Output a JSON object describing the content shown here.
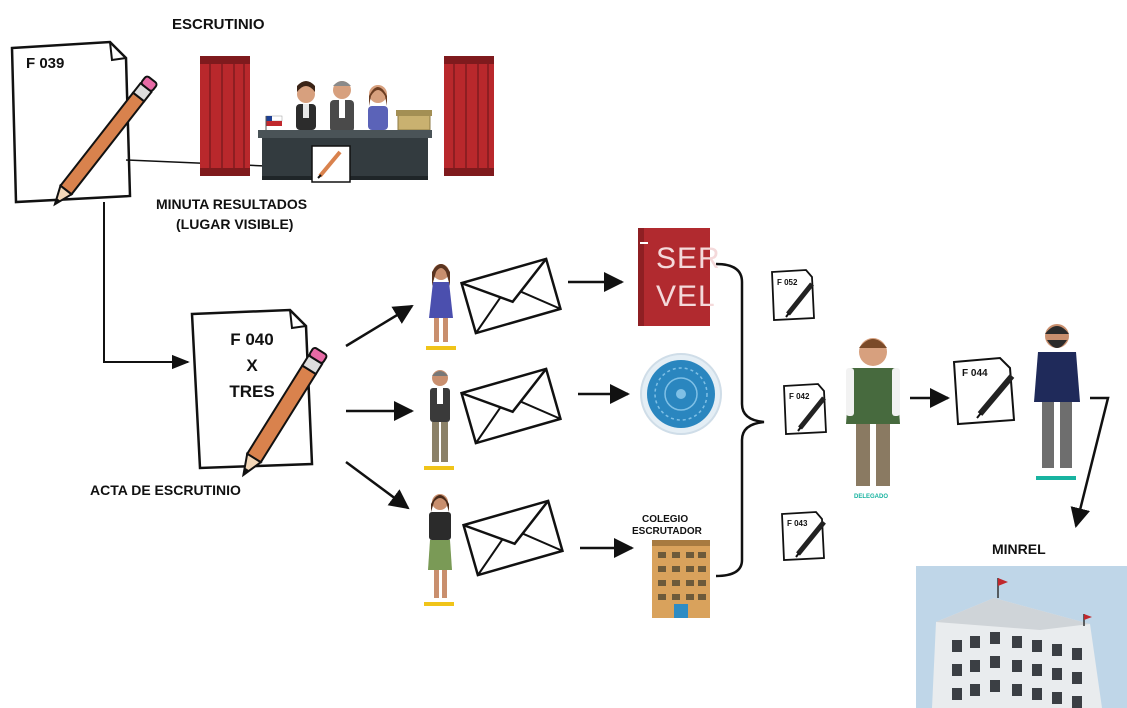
{
  "labels": {
    "escrutinio": "ESCRUTINIO",
    "minuta_line1": "MINUTA RESULTADOS",
    "minuta_line2": "(LUGAR VISIBLE)",
    "acta": "ACTA DE ESCRUTINIO",
    "colegio_line1": "COLEGIO",
    "colegio_line2": "ESCRUTADOR",
    "minrel": "MINREL",
    "delegado": "DELEGADO"
  },
  "documents": {
    "f039": "F 039",
    "f040_line1": "F 040",
    "f040_line2": "X",
    "f040_line3": "TRES",
    "f052": "F 052",
    "f042": "F 042",
    "f043": "F 043",
    "f044": "F 044"
  },
  "servel": {
    "line1": "SER",
    "line2": "VEL",
    "color": "#b12a2f"
  },
  "colors": {
    "curtain": "#b9282c",
    "table": "#333b3f",
    "seal": "#2a86bf",
    "caption_teal": "#18b3a0",
    "caption_yellow": "#f0c419"
  }
}
